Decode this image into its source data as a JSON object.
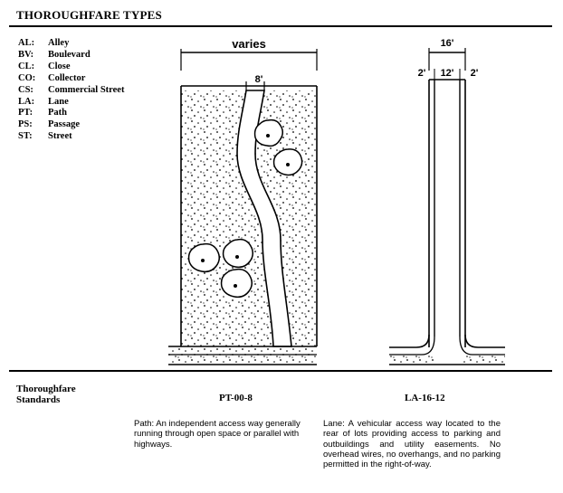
{
  "header": {
    "title": "THOROUGHFARE TYPES"
  },
  "legend": [
    {
      "code": "AL:",
      "name": "Alley"
    },
    {
      "code": "BV:",
      "name": "Boulevard"
    },
    {
      "code": "CL:",
      "name": "Close"
    },
    {
      "code": "CO:",
      "name": "Collector"
    },
    {
      "code": "CS:",
      "name": "Commercial Street"
    },
    {
      "code": "LA:",
      "name": "Lane"
    },
    {
      "code": "PT:",
      "name": "Path"
    },
    {
      "code": "PS:",
      "name": "Passage"
    },
    {
      "code": "ST:",
      "name": "Street"
    }
  ],
  "path_diagram": {
    "overall_width": "varies",
    "path_width": "8'"
  },
  "lane_diagram": {
    "row_width": "16'",
    "pavement_width": "12'",
    "left_shoulder": "2'",
    "right_shoulder": "2'"
  },
  "footer": {
    "standards_label": "Thoroughfare Standards",
    "left_code": "PT-00-8",
    "right_code": "LA-16-12",
    "left_description": "Path: An independent access way generally running through open space or parallel with highways.",
    "right_description": "Lane:  A vehicular access way located to the rear of lots providing access to parking and outbuildings and utility easements. No overhead wires, no overhangs, and no parking permitted in the right-of-way."
  },
  "colors": {
    "ink": "#000000",
    "background": "#ffffff"
  }
}
